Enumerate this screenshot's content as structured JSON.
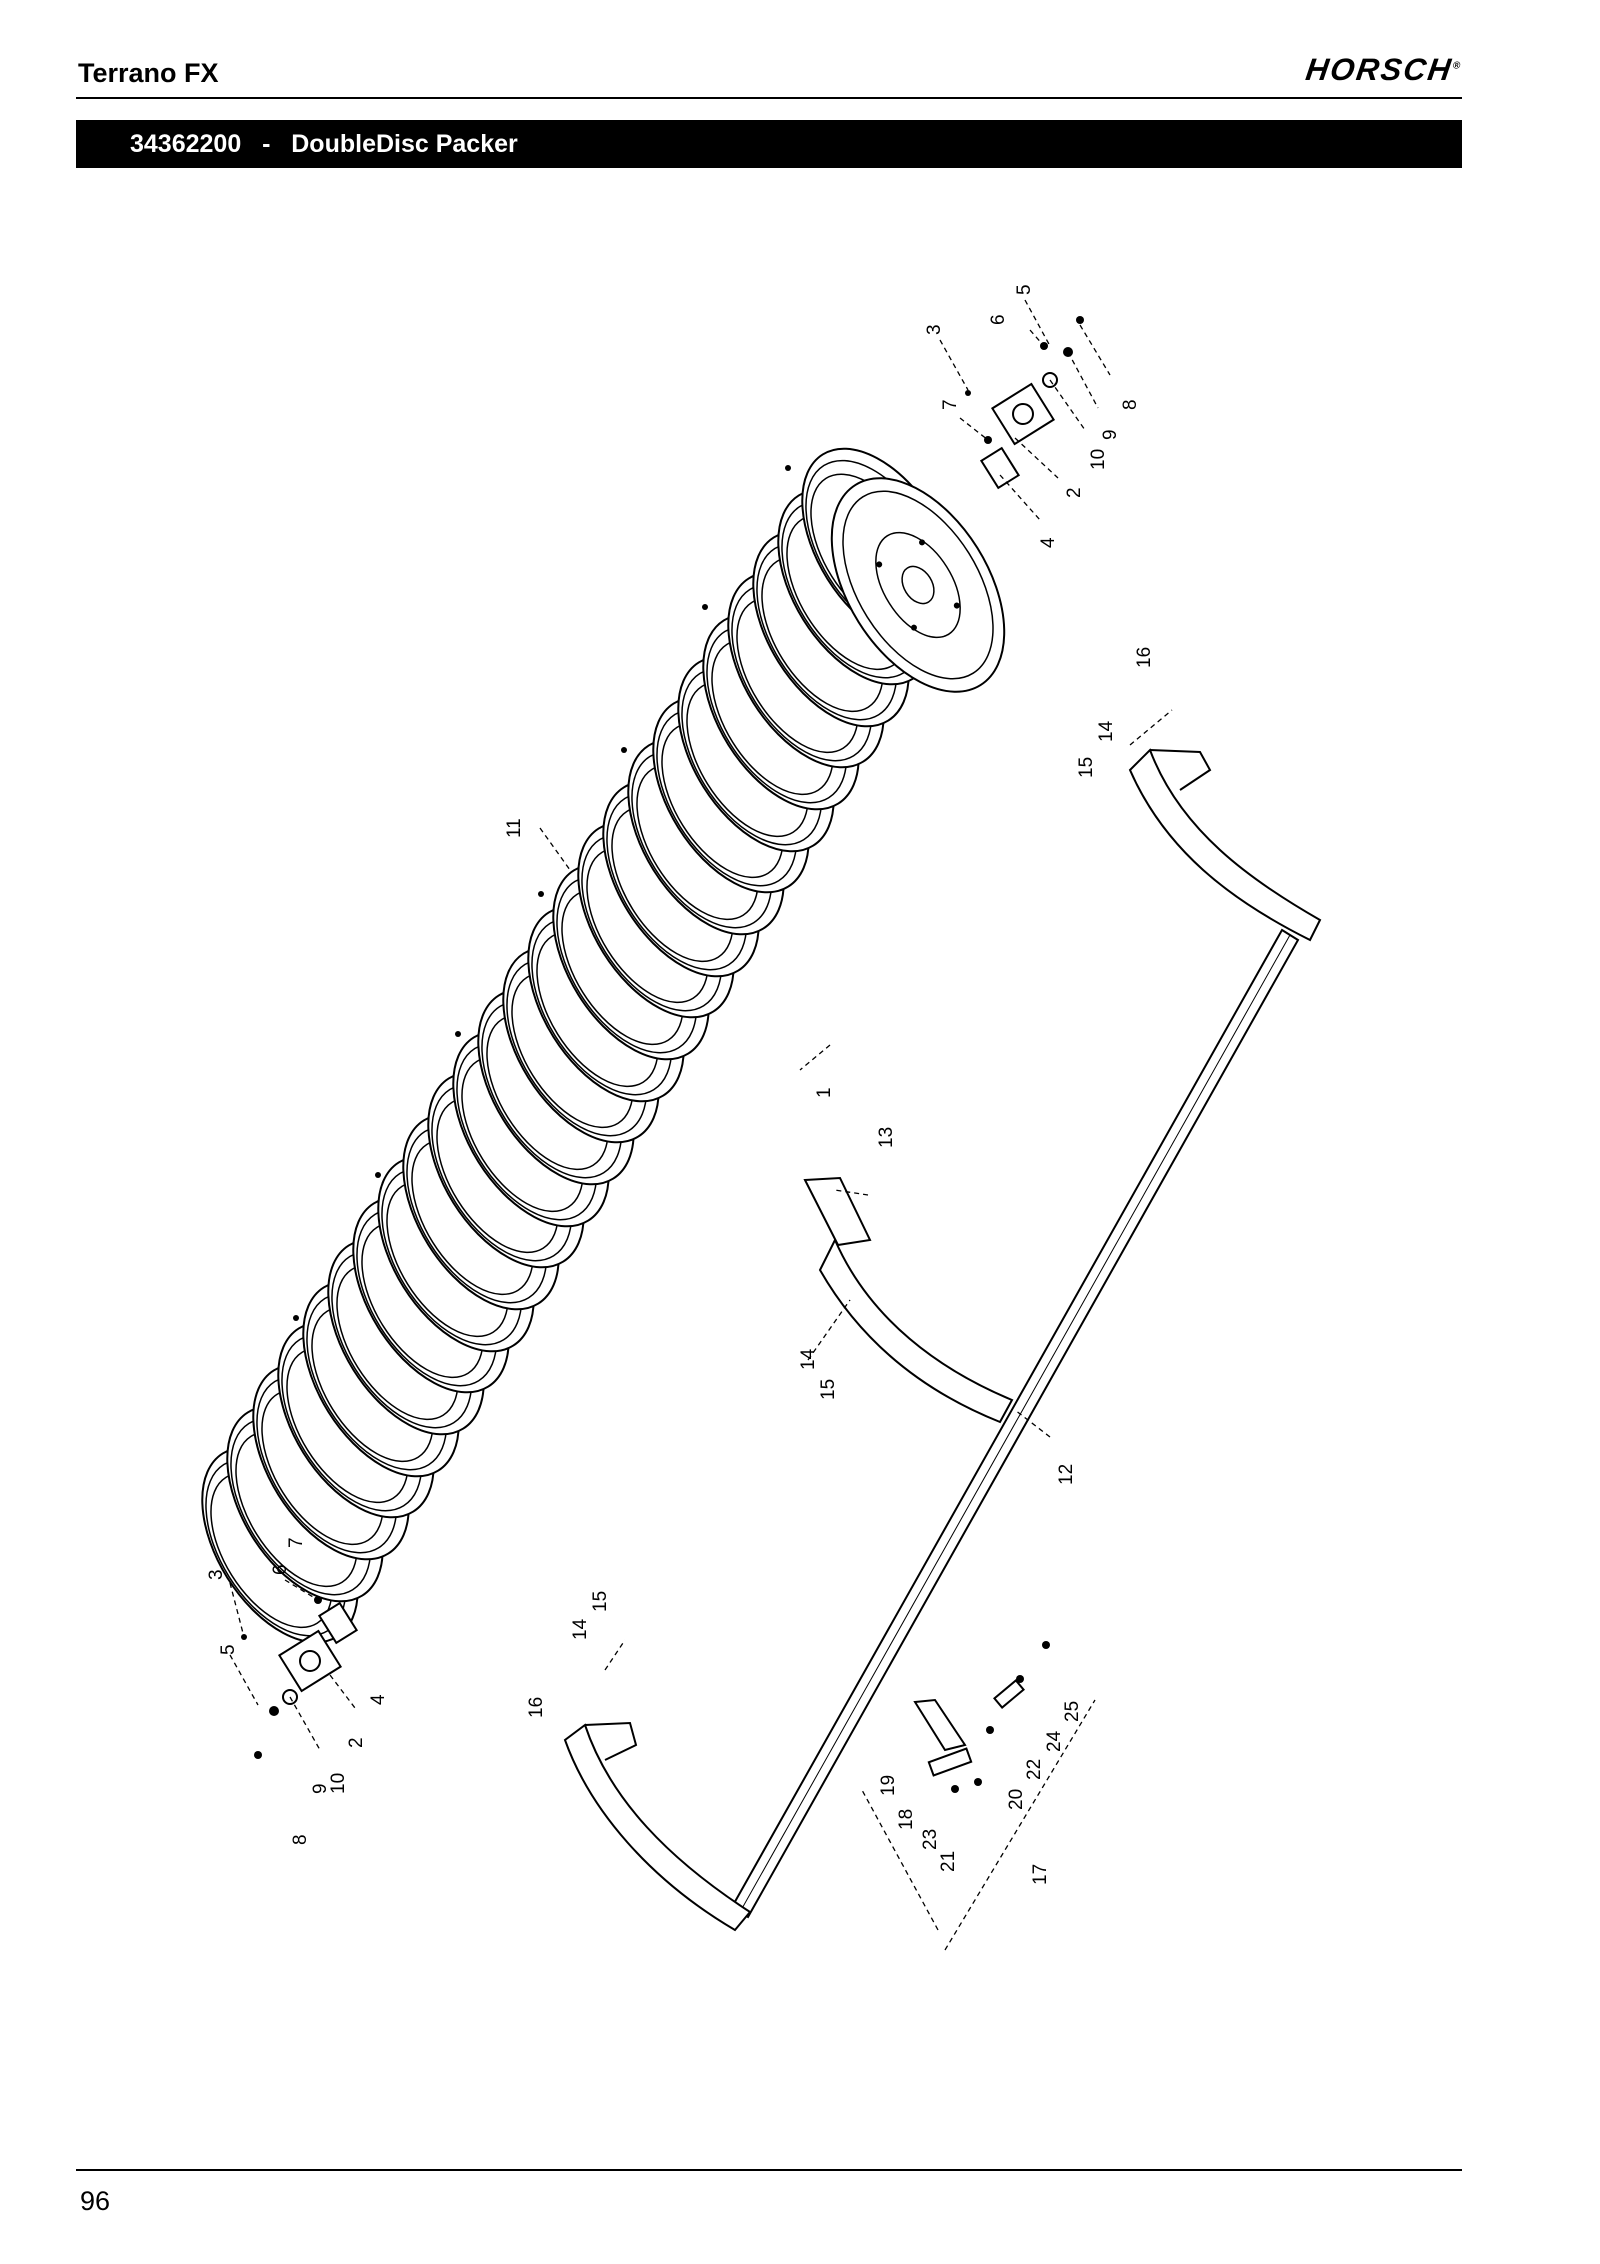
{
  "header": {
    "title": "Terrano FX",
    "brand": "HORSCH"
  },
  "section": {
    "part_number": "34362200",
    "separator": "-",
    "name": "DoubleDisc Packer"
  },
  "footer": {
    "page_number": "96"
  },
  "callouts": [
    "1",
    "2",
    "3",
    "4",
    "5",
    "6",
    "7",
    "8",
    "9",
    "10",
    "11",
    "12",
    "13",
    "14",
    "15",
    "16",
    "17",
    "18",
    "19",
    "20",
    "21",
    "22",
    "23",
    "24",
    "25"
  ]
}
